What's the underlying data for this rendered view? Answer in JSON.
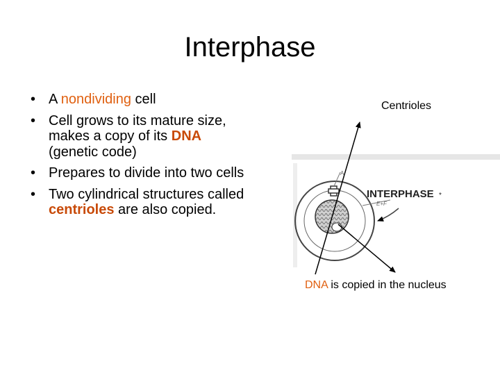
{
  "slide": {
    "title": "Interphase",
    "bullets": [
      {
        "pre": "A ",
        "hl": "nondividing",
        "post": " cell"
      },
      {
        "text": "Cell grows to its mature size, makes a copy of its",
        "hl": "DNA",
        "post": " (genetic code)"
      },
      {
        "text": "Prepares to divide into two cells"
      },
      {
        "pre": "Two cylindrical structures called ",
        "hl": "centrioles",
        "post": " are also copied."
      }
    ]
  },
  "diagram": {
    "label_centrioles": "Centrioles",
    "label_dna": "DNA",
    "label_dna_rest": " is copied in the nucleus",
    "phase_label": "INTERPHASE",
    "small_label_a": "A",
    "small_label_ef": "E+F",
    "accent_color": "#e06010"
  }
}
